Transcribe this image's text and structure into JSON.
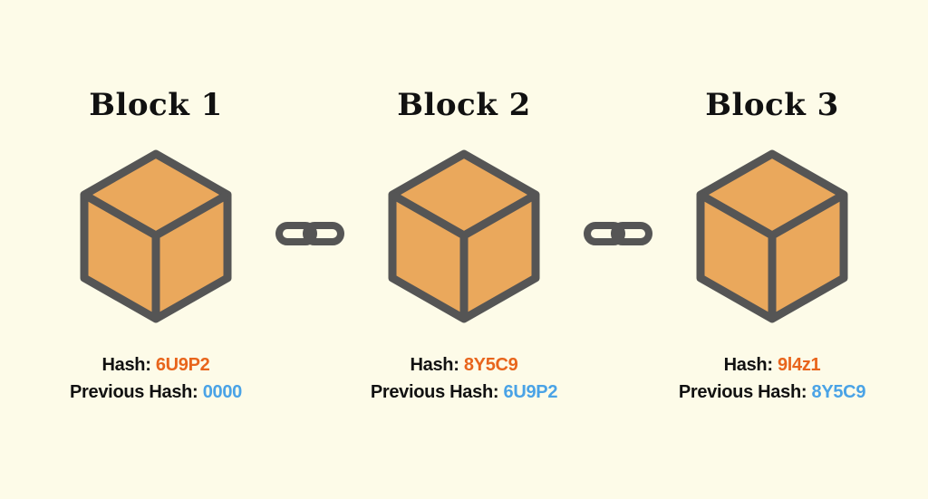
{
  "colors": {
    "background": "#fdfbe8",
    "cube_fill": "#eaa85c",
    "cube_stroke": "#555555",
    "hash_value": "#e8651c",
    "previous_hash_value": "#4aa3e6",
    "chain_link": "#555555"
  },
  "blocks": [
    {
      "title": "Block 1",
      "hash_label": "Hash:",
      "hash": "6U9P2",
      "prev_label": "Previous Hash:",
      "prev_hash": "0000"
    },
    {
      "title": "Block 2",
      "hash_label": "Hash:",
      "hash": "8Y5C9",
      "prev_label": "Previous Hash:",
      "prev_hash": "6U9P2"
    },
    {
      "title": "Block 3",
      "hash_label": "Hash:",
      "hash": "9l4z1",
      "prev_label": "Previous Hash:",
      "prev_hash": "8Y5C9"
    }
  ],
  "links": [
    {
      "icon": "chain-link-icon"
    },
    {
      "icon": "chain-link-icon"
    }
  ]
}
